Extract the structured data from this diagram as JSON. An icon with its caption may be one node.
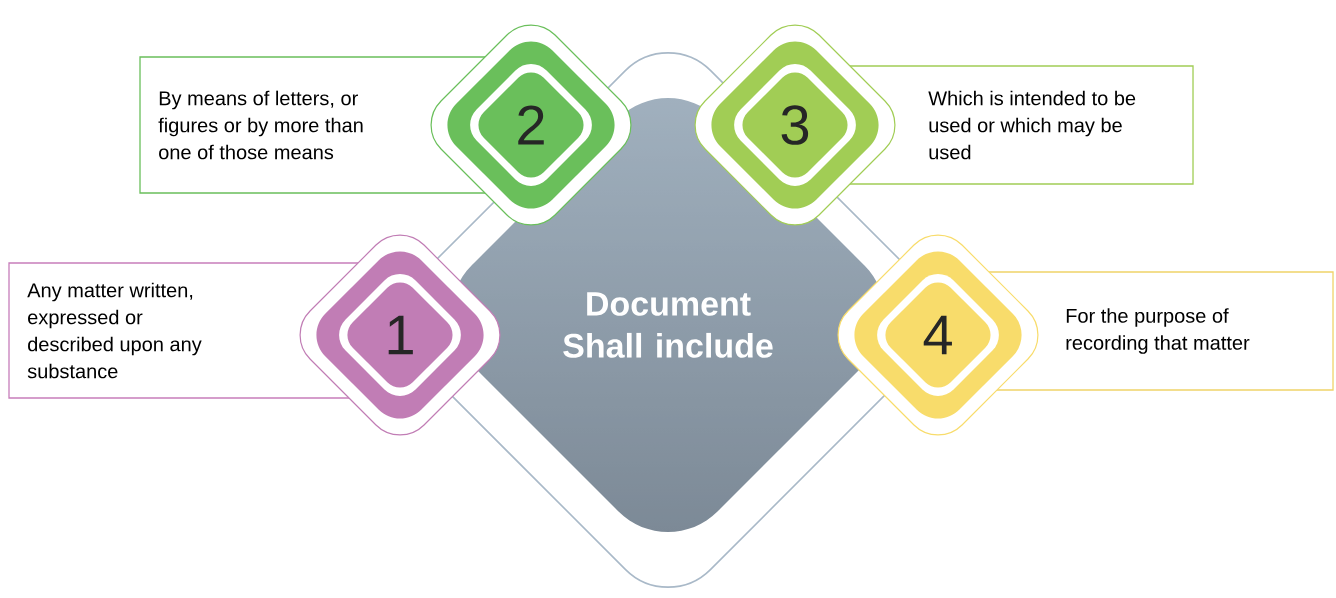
{
  "diagram": {
    "nodes": [
      {
        "text": [
          "Document Shall include"
        ]
      },
      {
        "text": [
          "1"
        ]
      },
      {
        "text": [
          "Any matter written, expressed or described upon any substance"
        ]
      },
      {
        "text": [
          "2"
        ]
      },
      {
        "text": [
          "By means of letters, or figures or by more than one of those means"
        ]
      },
      {
        "text": [
          "3"
        ]
      },
      {
        "text": [
          "Which is intended to be used or which may be used"
        ]
      },
      {
        "text": [
          "4"
        ]
      },
      {
        "text": [
          "For the purpose of recording that matter"
        ]
      }
    ]
  }
}
